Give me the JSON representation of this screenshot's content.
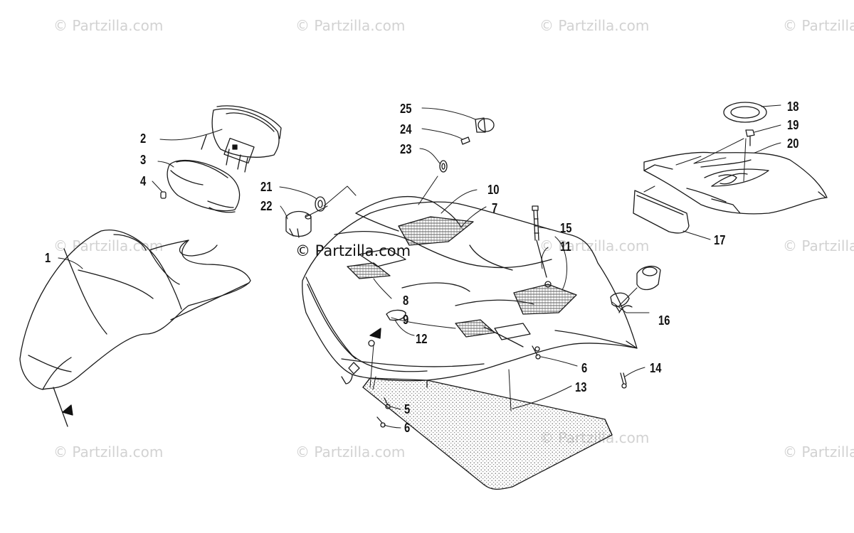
{
  "watermarks": {
    "text": "© Partzilla.com",
    "center_text": "© Partzilla.com"
  },
  "callouts": {
    "c1": "1",
    "c2": "2",
    "c3": "3",
    "c4": "4",
    "c5": "5",
    "c6a": "6",
    "c6b": "6",
    "c7": "7",
    "c8": "8",
    "c9": "9",
    "c10": "10",
    "c11": "11",
    "c12": "12",
    "c13": "13",
    "c14": "14",
    "c15": "15",
    "c16": "16",
    "c17": "17",
    "c18": "18",
    "c19": "19",
    "c20": "20",
    "c21": "21",
    "c22": "22",
    "c23": "23",
    "c24": "24",
    "c25": "25"
  },
  "colors": {
    "line": "#1a1a1a",
    "watermark": "#d2d2d2",
    "background": "#ffffff"
  }
}
